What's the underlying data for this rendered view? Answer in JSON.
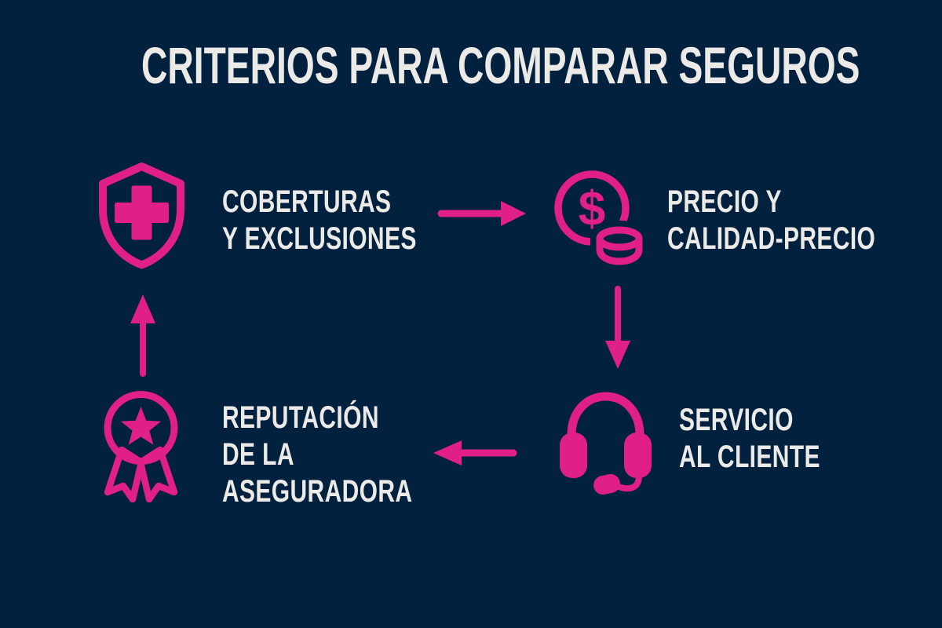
{
  "title": "CRITERIOS PARA COMPARAR SEGUROS",
  "colors": {
    "background": "#02213F",
    "accent": "#E01F8A",
    "text": "#ECEAE6"
  },
  "nodes": [
    {
      "id": "coberturas",
      "icon": "shield-cross-icon",
      "label_lines": [
        "COBERTURAS",
        "Y EXCLUSIONES"
      ]
    },
    {
      "id": "precio",
      "icon": "dollar-coin-icon",
      "currency_symbol": "$",
      "label_lines": [
        "PRECIO Y",
        "CALIDAD-PRECIO"
      ]
    },
    {
      "id": "servicio",
      "icon": "headset-icon",
      "label_lines": [
        "SERVICIO",
        "AL CLIENTE"
      ]
    },
    {
      "id": "reputacion",
      "icon": "award-ribbon-icon",
      "label_lines": [
        "REPUTACIÓN",
        "DE LA",
        "ASEGURADORA"
      ]
    }
  ],
  "flow": [
    {
      "from": "COBERTURAS Y EXCLUSIONES",
      "to": "PRECIO Y CALIDAD-PRECIO",
      "direction": "right"
    },
    {
      "from": "PRECIO Y CALIDAD-PRECIO",
      "to": "SERVICIO AL CLIENTE",
      "direction": "down"
    },
    {
      "from": "SERVICIO AL CLIENTE",
      "to": "REPUTACIÓN DE LA ASEGURADORA",
      "direction": "left"
    },
    {
      "from": "REPUTACIÓN DE LA ASEGURADORA",
      "to": "COBERTURAS Y EXCLUSIONES",
      "direction": "up"
    }
  ]
}
